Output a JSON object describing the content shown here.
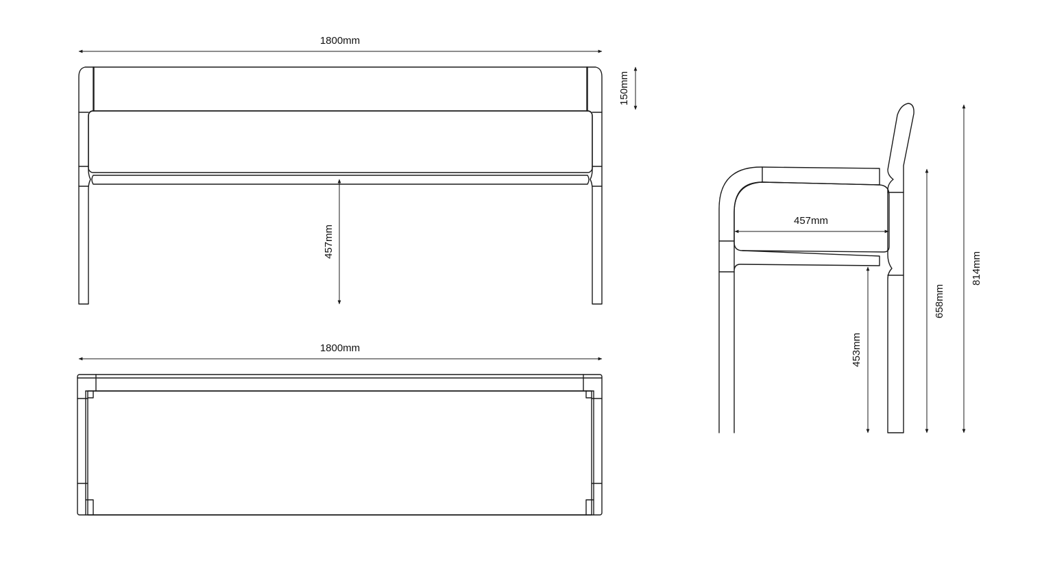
{
  "colors": {
    "line": "#1a1a1a",
    "text": "#111111",
    "background": "#ffffff"
  },
  "views": {
    "front": {
      "width_label": "1800mm",
      "back_height_label": "150mm",
      "seat_height_label": "457mm"
    },
    "top": {
      "width_label": "1800mm"
    },
    "side": {
      "seat_depth_label": "457mm",
      "clearance_label": "453mm",
      "arm_height_label": "658mm",
      "total_height_label": "814mm"
    }
  }
}
